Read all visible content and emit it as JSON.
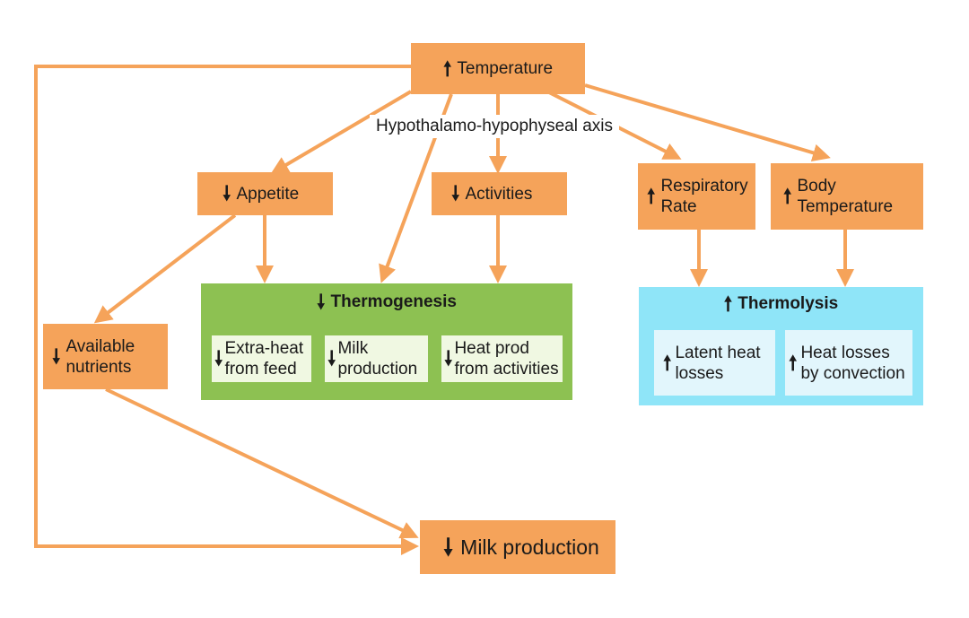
{
  "arrows": {
    "up": "🠕",
    "down": "🠗"
  },
  "colors": {
    "box": "#f5a35a",
    "connector": "#f5a35a",
    "thermogenesis": "#8dc152",
    "thermolysis": "#8fe5f8"
  },
  "nodes": {
    "temperature": {
      "label": "Temperature",
      "direction": "up"
    },
    "axis": {
      "label": "Hypothalamo-hypophyseal axis"
    },
    "appetite": {
      "label": "Appetite",
      "direction": "down"
    },
    "activities": {
      "label": "Activities",
      "direction": "down"
    },
    "respiratory_rate": {
      "label": "Respiratory\nRate",
      "direction": "up"
    },
    "body_temperature": {
      "label": "Body\nTemperature",
      "direction": "up"
    },
    "available_nutrients": {
      "label": "Available\nnutrients",
      "direction": "down"
    },
    "thermogenesis": {
      "label": "Thermogenesis",
      "direction": "down",
      "items": [
        {
          "label": "Extra-heat\nfrom feed",
          "direction": "down"
        },
        {
          "label": "Milk\nproduction",
          "direction": "down"
        },
        {
          "label": "Heat prod\nfrom activities",
          "direction": "down"
        }
      ]
    },
    "thermolysis": {
      "label": "Thermolysis",
      "direction": "up",
      "items": [
        {
          "label": "Latent heat\nlosses",
          "direction": "up"
        },
        {
          "label": "Heat losses\nby convection",
          "direction": "up"
        }
      ]
    },
    "milk_production": {
      "label": "Milk production",
      "direction": "down"
    }
  }
}
